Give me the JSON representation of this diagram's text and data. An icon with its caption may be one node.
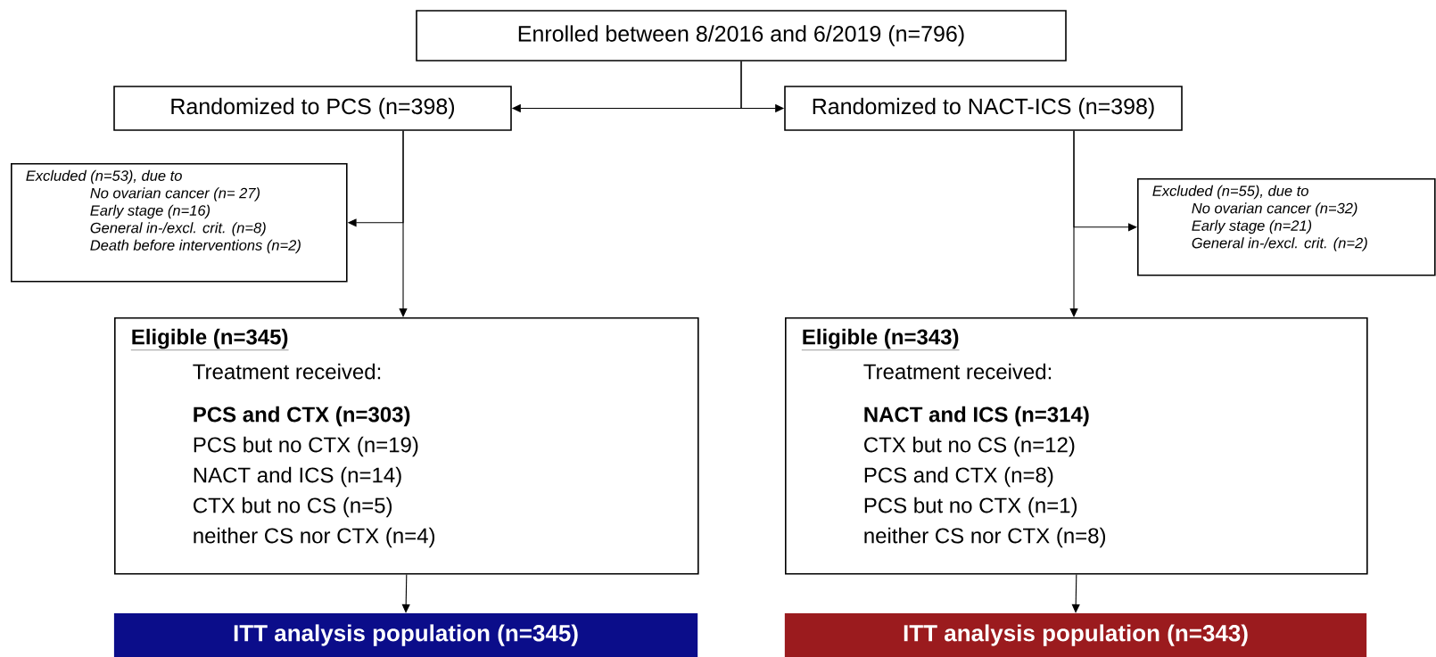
{
  "diagram": {
    "nodes": [
      {
        "text": [
          "Enrolled between 8/2016 and 6/2019 (n=796)"
        ]
      },
      {
        "text": [
          "Randomized to PCS (n=398)"
        ]
      },
      {
        "text": [
          "Randomized to NACT-ICS (n=398)"
        ]
      },
      {
        "text": [
          "Excluded (n=53), due to",
          "No ovarian cancer (n= 27)",
          "Early stage (n=16)",
          "General in-/excl. crit. (n=8)",
          "Death before interventions (n=2)"
        ]
      },
      {
        "text": [
          "Excluded (n=55), due to",
          "No ovarian cancer (n=32)",
          "Early stage (n=21)",
          "General in-/excl. crit. (n=2)"
        ]
      },
      {
        "text": [
          "Eligible (n=345)",
          "Treatment received:",
          "PCS and CTX (n=303)",
          "PCS but no CTX (n=19)",
          "NACT and ICS (n=14)",
          "CTX but no CS (n=5)",
          "neither CS nor CTX (n=4)"
        ]
      },
      {
        "text": [
          "Eligible (n=343)",
          "Treatment received:",
          "NACT and ICS (n=314)",
          "CTX but no CS (n=12)",
          "PCS and CTX (n=8)",
          "PCS but no CTX (n=1)",
          "neither CS nor CTX (n=8)"
        ]
      },
      {
        "text": [
          "ITT analysis population (n=345)"
        ]
      },
      {
        "text": [
          "ITT analysis population (n=343)"
        ]
      }
    ],
    "edges": [
      {
        "from": 0,
        "to": 1,
        "arrow": "to"
      },
      {
        "from": 0,
        "to": 2,
        "arrow": "to"
      },
      {
        "from": 1,
        "to": 3,
        "arrow": "to"
      },
      {
        "from": 1,
        "to": 5,
        "arrow": "to"
      },
      {
        "from": 2,
        "to": 4,
        "arrow": "to"
      },
      {
        "from": 2,
        "to": 6,
        "arrow": "to"
      },
      {
        "from": 5,
        "to": 7,
        "arrow": "to"
      },
      {
        "from": 6,
        "to": 8,
        "arrow": "to"
      }
    ]
  }
}
